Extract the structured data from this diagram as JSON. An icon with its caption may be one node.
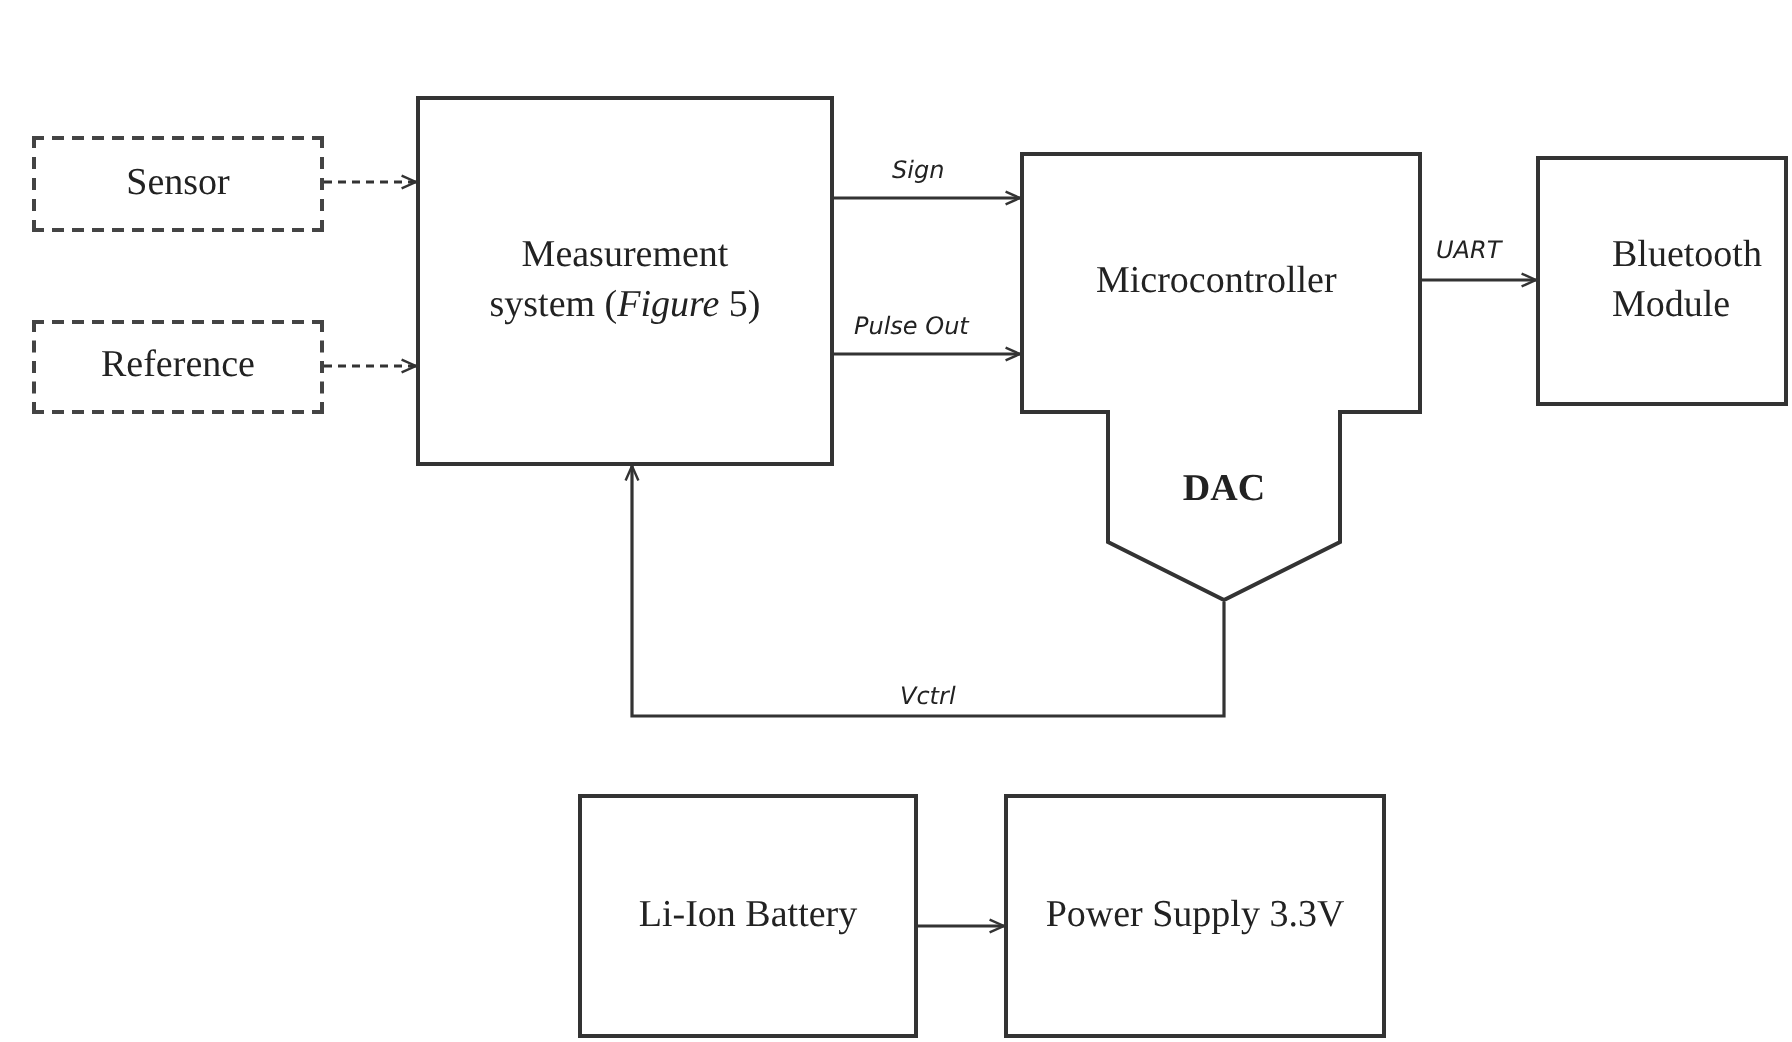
{
  "diagram": {
    "nodes": [
      {
        "text": [
          "Sensor"
        ]
      },
      {
        "text": [
          "Reference"
        ]
      },
      {
        "text": [
          "Measurement system (*Figure* 5)"
        ]
      },
      {
        "text": [
          "Microcontroller"
        ]
      },
      {
        "text": [
          "DAC"
        ]
      },
      {
        "text": [
          "Bluetooth Module"
        ]
      },
      {
        "text": [
          "Li-Ion Battery"
        ]
      },
      {
        "text": [
          "Power Supply 3.3V"
        ]
      }
    ],
    "edges": [
      {
        "from": 0,
        "to": 2,
        "arrow": "to",
        "style": "dashed"
      },
      {
        "from": 1,
        "to": 2,
        "arrow": "to",
        "style": "dashed"
      },
      {
        "from": 2,
        "to": 3,
        "label": "Sign",
        "arrow": "to"
      },
      {
        "from": 2,
        "to": 3,
        "label": "Pulse Out",
        "arrow": "to"
      },
      {
        "from": 3,
        "to": 5,
        "label": "UART",
        "arrow": "to"
      },
      {
        "from": 4,
        "to": 2,
        "label": "Vctrl",
        "arrow": "to"
      },
      {
        "from": 6,
        "to": 7,
        "arrow": "to"
      }
    ]
  }
}
